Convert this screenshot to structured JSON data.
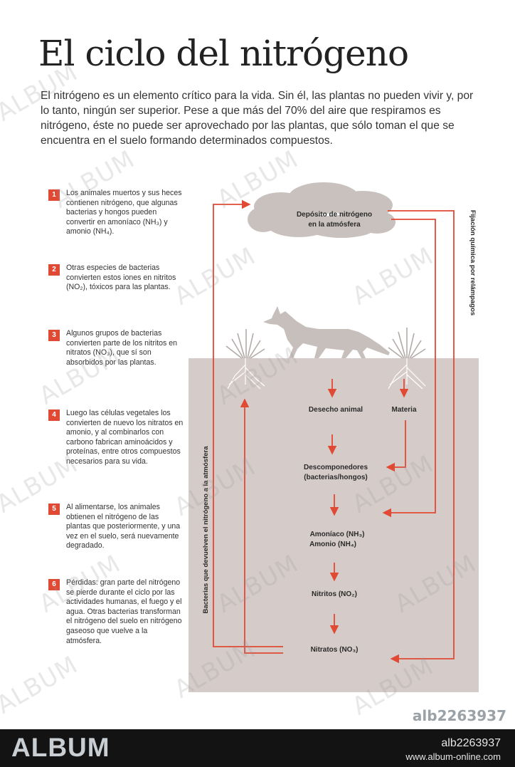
{
  "title": "El ciclo del nitrógeno",
  "intro": "El nitrógeno es un elemento crítico para la vida. Sin él, las plantas no pueden vivir y, por lo tanto, ningún ser superior. Pese a que más del 70% del aire que respiramos es nitrógeno, éste no puede ser aprovechado por las plantas, que sólo toman el que se encuentra en el suelo formando determinados compuestos.",
  "steps": [
    {
      "num": "1",
      "text": "Los animales muertos y sus heces contienen nitrógeno, que algunas bacterias y hongos pueden convertir en amoníaco (NH₃) y amonio (NH₄)."
    },
    {
      "num": "2",
      "text": "Otras especies de bacterias convierten estos iones en nitritos (NO₂), tóxicos para las plantas."
    },
    {
      "num": "3",
      "text": "Algunos grupos de bacterias convierten parte de los nitritos en nitratos (NO₃), que sí son absorbidos por las plantas."
    },
    {
      "num": "4",
      "text": "Luego las células vegetales los convierten de nuevo los nitratos en amonio, y al combinarlos con carbono fabrican aminoácidos y proteínas, entre otros compuestos necesarios para su vida."
    },
    {
      "num": "5",
      "text": "Al alimentarse, los animales obtienen el nitrógeno de las plantas que posteriormente, y una vez en el suelo, será nuevamente degradado."
    },
    {
      "num": "6",
      "text": "Pérdidas: gran parte del nitrógeno se pierde durante el ciclo por las actividades humanas, el fuego y el agua. Otras bacterias transforman el nitrógeno del suelo en nitrógeno gaseoso que vuelve a la atmósfera."
    }
  ],
  "diagram": {
    "cloud_line1": "Depósito de nitrógeno",
    "cloud_line2": "en la atmósfera",
    "desecho": "Desecho animal",
    "materia": "Materia",
    "descomp_line1": "Descomponedores",
    "descomp_line2": "(bacterias/hongos)",
    "amoniaco": "Amoníaco (NH₃)",
    "amonio": "Amonio (NH₄)",
    "nitritos": "Nitritos (NO₂)",
    "nitratos": "Nitratos (NO₃)",
    "left_vertical": "Bacterias que devuelven el nitrógeno a la atmósfera",
    "right_vertical": "Fijación química por relámpagos"
  },
  "colors": {
    "accent": "#e04a35",
    "soil": "#d5ccc9",
    "silhouette": "#c7bfbc",
    "cloud": "#c9c1be"
  },
  "watermark": {
    "text": "ALBUM",
    "code": "alb2263937"
  },
  "footer": {
    "logo": "ALBUM",
    "id": "alb2263937",
    "url": "www.album-online.com"
  }
}
